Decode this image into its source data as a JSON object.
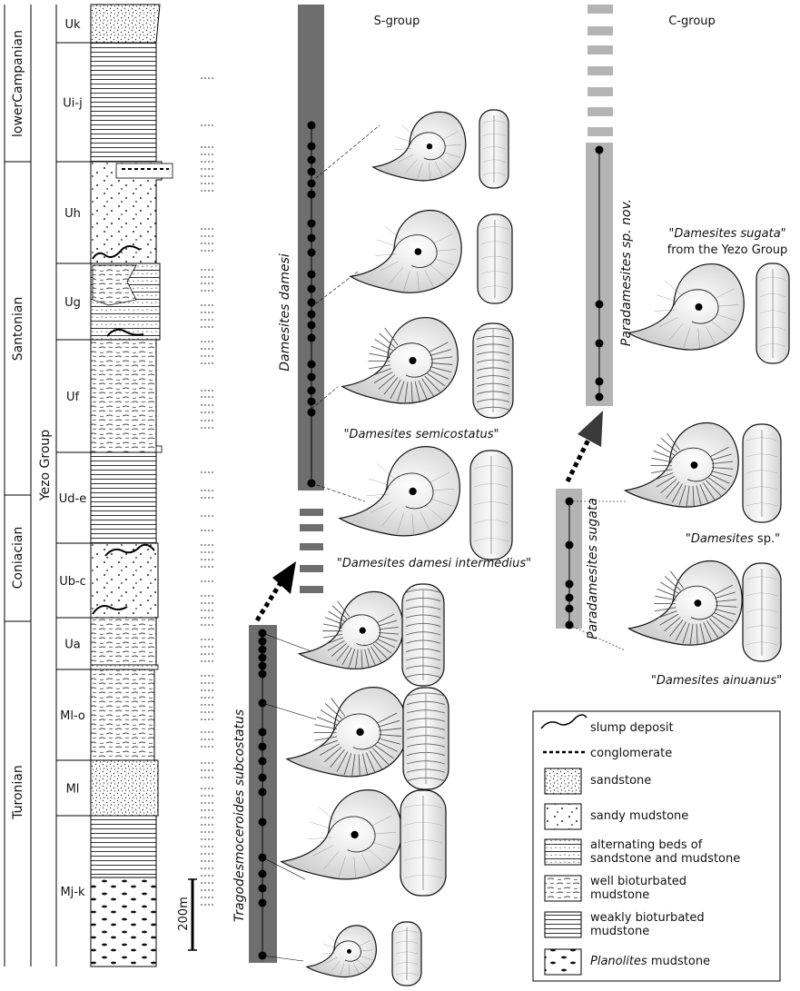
{
  "stages": [
    "lowerCampanian",
    "Santonian",
    "Coniacian",
    "Turonian"
  ],
  "group_label": "Yezo Group",
  "units": [
    "Uk",
    "Ui-j",
    "Uh",
    "Ug",
    "Uf",
    "Ud-e",
    "Ub-c",
    "Ua",
    "Ml-o",
    "Ml",
    "Mj-k"
  ],
  "scale_label": "200m",
  "column_titles": {
    "s_group": "S-group",
    "c_group": "C-group"
  },
  "lineages": {
    "damesites": "Damesites damesi",
    "tragodesmoceroides": "Tragodesmoceroides subcostatus",
    "pd_sugata": "Paradamesites sugata",
    "pd_new": "Paradamesites sp. nov."
  },
  "captions": {
    "semicostatus": "\"Damesites semicostatus\"",
    "intermedius": "\"Damesites damesi intermedius\"",
    "sugata_yezo_1": "\"Damesites sugata\"",
    "sugata_yezo_2": "from the Yezo Group",
    "damesites_sp_name": "\"Damesites",
    "damesites_sp_rest": " sp.\"",
    "ainuanus": "\"Damesites ainuanus\""
  },
  "legend": [
    {
      "key": "slump",
      "label": "slump deposit"
    },
    {
      "key": "conglomerate",
      "label": "conglomerate"
    },
    {
      "key": "sandstone",
      "label": "sandstone"
    },
    {
      "key": "sandy",
      "label": "sandy mudstone"
    },
    {
      "key": "alternating",
      "label": "alternating beds of",
      "label2": "sandstone and mudstone"
    },
    {
      "key": "well",
      "label": "well bioturbated",
      "label2": "mudstone"
    },
    {
      "key": "weakly",
      "label": "weakly bioturbated",
      "label2": "mudstone"
    },
    {
      "key": "planolites",
      "label_italic": "Planolites",
      "label_rest": " mudstone"
    }
  ]
}
